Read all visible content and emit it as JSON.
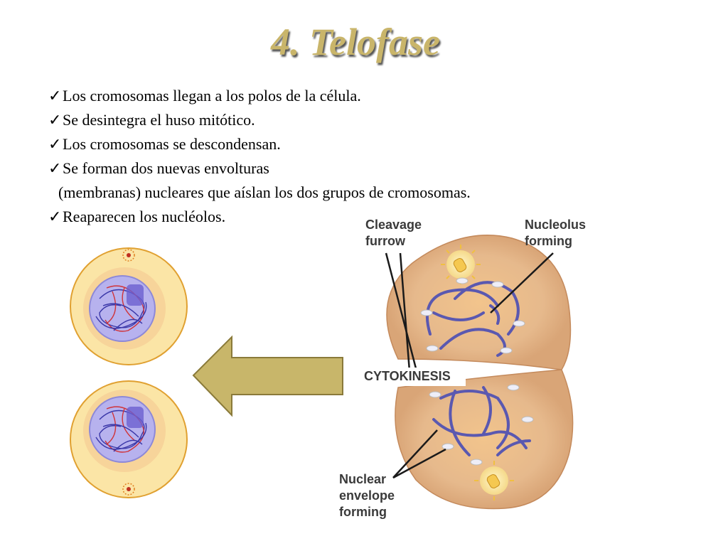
{
  "title": "4. Telofase",
  "check_glyph": "✓",
  "bullets": [
    {
      "text": "Los cromosomas llegan a los polos de la célula."
    },
    {
      "text": "Se desintegra el huso mitótico."
    },
    {
      "text": "Los cromosomas se descondensan."
    },
    {
      "text": "Se forman dos nuevas envolturas",
      "continuation": "(membranas) nucleares que aíslan los dos grupos de cromosomas."
    },
    {
      "text": "Reaparecen los nucléolos."
    }
  ],
  "labels": {
    "cleavage_furrow": "Cleavage\nfurrow",
    "nucleolus_forming": "Nucleolus\nforming",
    "cytokinesis": "CYTOKINESIS",
    "nuclear_envelope_forming": "Nuclear\nenvelope\nforming"
  },
  "colors": {
    "title": "#c9b56a",
    "arrow_fill": "#c8b66a",
    "cell_outer": "#fbe5a6",
    "cell_inner": "#f7d49a",
    "nucleus": "#b7b2ee",
    "chromatin_blue": "#3a37a8",
    "chromatin_red": "#d0343a",
    "diagram_cell": "#e6b98c"
  }
}
